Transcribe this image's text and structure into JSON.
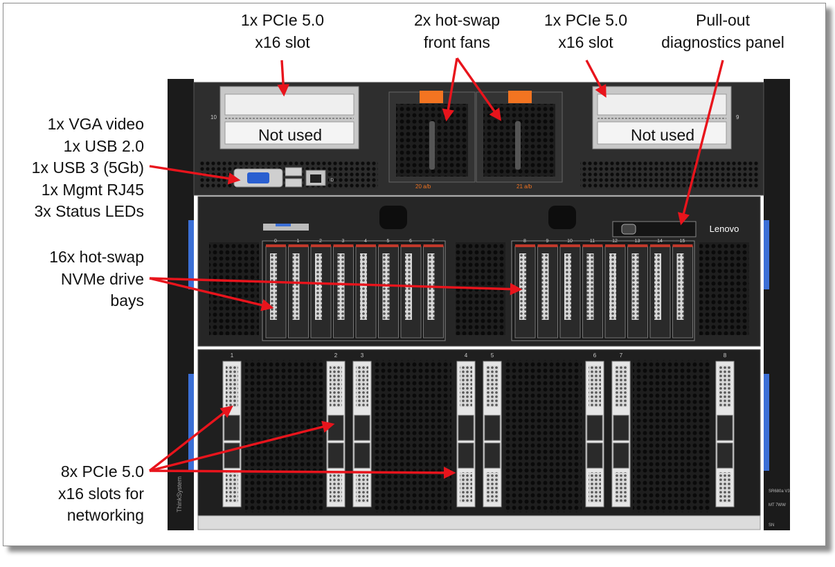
{
  "callouts": {
    "pcie_left": "1x PCIe 5.0\nx16 slot",
    "fans": "2x hot-swap\nfront fans",
    "pcie_right": "1x PCIe 5.0\nx16 slot",
    "diagnostics": "Pull-out\ndiagnostics panel",
    "ports": "1x VGA video\n1x USB 2.0\n1x USB 3 (5Gb)\n1x Mgmt RJ45\n3x Status LEDs",
    "drives": "16x hot-swap\nNVMe drive\nbays",
    "networking": "8x PCIe 5.0\nx16 slots for\nnetworking"
  },
  "panel_text": {
    "not_used_left": "Not used",
    "not_used_right": "Not used",
    "brand": "Lenovo",
    "side_brand": "ThinkSystem",
    "model": "SR680a V3",
    "slot_left_num": "10",
    "slot_right_num": "9",
    "fan_left_label": "20 a/b",
    "fan_right_label": "21 a/b",
    "id_label": "ID",
    "mt_label": "MT 7WW",
    "sn_label": "SN"
  },
  "drive_bay_numbers": [
    "0",
    "1",
    "2",
    "3",
    "4",
    "5",
    "6",
    "7",
    "8",
    "9",
    "10",
    "11",
    "12",
    "13",
    "14",
    "15"
  ],
  "pcie_slot_numbers": [
    "1",
    "2",
    "3",
    "4",
    "5",
    "6",
    "7",
    "8"
  ],
  "colors": {
    "arrow": "#e8141c",
    "chassis": "#2b2b2b",
    "chassis_light": "#3a3a3a",
    "fan_latch": "#f37421",
    "accent_blue": "#3b6fd6",
    "drive_accent": "#c0392b"
  }
}
